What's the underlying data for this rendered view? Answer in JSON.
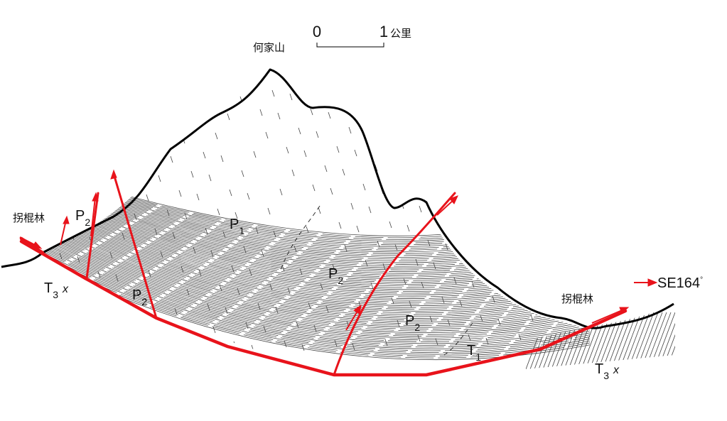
{
  "peak_name": "何家山",
  "scale": {
    "start": "0",
    "end": "1",
    "unit": "公里"
  },
  "village_left": "拐棍林",
  "village_right": "拐棍林",
  "direction": "SE164",
  "direction_degree": "°",
  "units": {
    "p1": {
      "base": "P",
      "sub": "1"
    },
    "p2_left_top": {
      "base": "P",
      "sub": "2"
    },
    "p2_left_low": {
      "base": "P",
      "sub": "2"
    },
    "p2_center": {
      "base": "P",
      "sub": "2"
    },
    "p2_right": {
      "base": "P",
      "sub": "2"
    },
    "t1": {
      "base": "T",
      "sub": "1"
    },
    "t3x_left": {
      "base": "T",
      "sub": "3",
      "suffix": "x"
    },
    "t3x_right": {
      "base": "T",
      "sub": "3",
      "suffix": "x"
    }
  },
  "colors": {
    "fault": "#e8131b",
    "outline": "#000000",
    "bedding": "#444444"
  }
}
